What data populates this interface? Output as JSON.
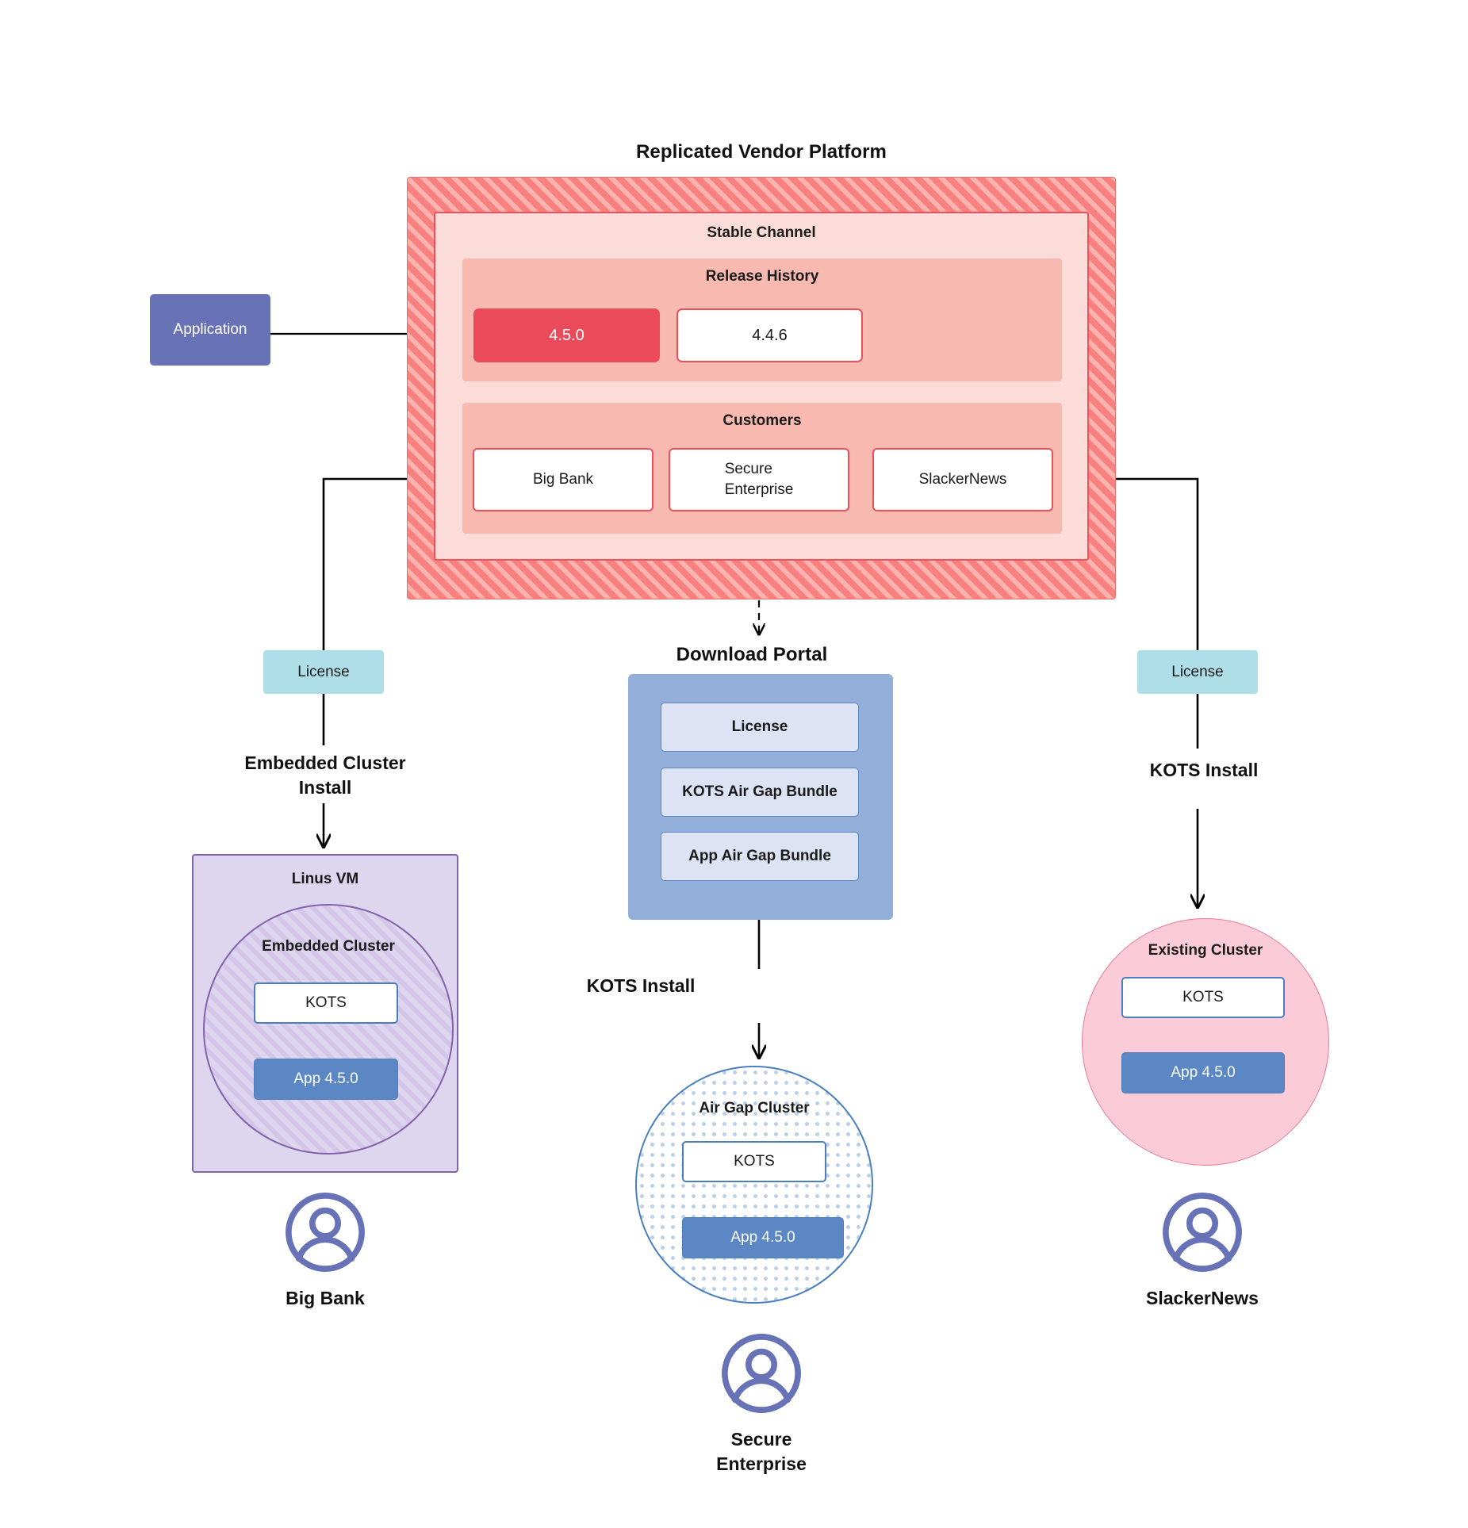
{
  "diagram": {
    "title": "Replicated Vendor Platform",
    "platform": {
      "channel_title": "Stable Channel",
      "release_history": {
        "title": "Release History",
        "releases": [
          {
            "version": "4.5.0",
            "state": "current",
            "color": "#eb4a5b"
          },
          {
            "version": "4.4.6",
            "state": "previous",
            "color": "#ffffff"
          }
        ]
      },
      "customers": {
        "title": "Customers",
        "items": [
          {
            "name": "Big Bank"
          },
          {
            "name": "Secure\nEnterprise"
          },
          {
            "name": "SlackerNews"
          }
        ]
      }
    },
    "application": {
      "label": "Application",
      "color": "#6772b7"
    },
    "licenses": {
      "left_label": "License",
      "right_label": "License",
      "color": "#aedfe8"
    },
    "left_branch": {
      "step_label": "Embedded Cluster\nInstall",
      "vm_title": "Linus VM",
      "cluster_title": "Embedded Cluster",
      "kots_label": "KOTS",
      "app_label": "App 4.5.0",
      "persona": "Big Bank"
    },
    "center_branch": {
      "portal_title": "Download  Portal",
      "portal_items": [
        "License",
        "KOTS Air Gap Bundle",
        "App Air Gap Bundle"
      ],
      "step_label": "KOTS Install",
      "cluster_title": "Air Gap Cluster",
      "kots_label": "KOTS",
      "app_label": "App 4.5.0",
      "persona": "Secure\nEnterprise"
    },
    "right_branch": {
      "step_label": "KOTS Install",
      "cluster_title": "Existing Cluster",
      "kots_label": "KOTS",
      "app_label": "App 4.5.0",
      "persona": "SlackerNews"
    },
    "colors": {
      "platform_hatch": "#f8807e",
      "channel_bg": "#fcdcd8",
      "section_bg": "#f8b9b1",
      "release_current": "#eb4a5b",
      "app_purple": "#6772b7",
      "license_cyan": "#aedfe8",
      "vm_purple": "#ded5ee",
      "portal_blue": "#94aeda",
      "portal_item_blue": "#dde3f4",
      "kots_border": "#4a7fbf",
      "app_chip": "#5b87c4",
      "existing_cluster_pink": "#fbccd8"
    }
  }
}
